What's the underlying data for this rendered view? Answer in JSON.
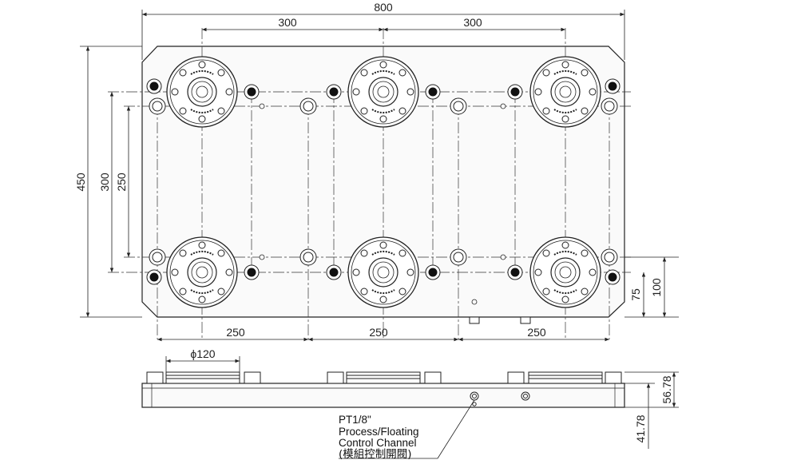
{
  "top_view": {
    "dims": {
      "overall_width": "800",
      "chuck_pitch_left": "300",
      "chuck_pitch_right": "300",
      "overall_height": "450",
      "chuck_pitch_vertical": "300",
      "pin_pitch_vertical": "250",
      "bottom_pitch_left": "250",
      "bottom_pitch_middle": "250",
      "bottom_pitch_right": "250",
      "edge_to_chuck": "75",
      "edge_to_pin": "100"
    }
  },
  "side_view": {
    "dims": {
      "chuck_diameter": "ϕ120",
      "total_height": "56.78",
      "plate_height": "41.78"
    }
  },
  "note": {
    "line1": "PT1/8\"",
    "line2": "Process/Floating",
    "line3": "Control Channel",
    "line4": "(模組控制開閥)"
  },
  "colors": {
    "line": "#222222",
    "plate_fill": "#f2f2f2",
    "dark": "#111111"
  }
}
